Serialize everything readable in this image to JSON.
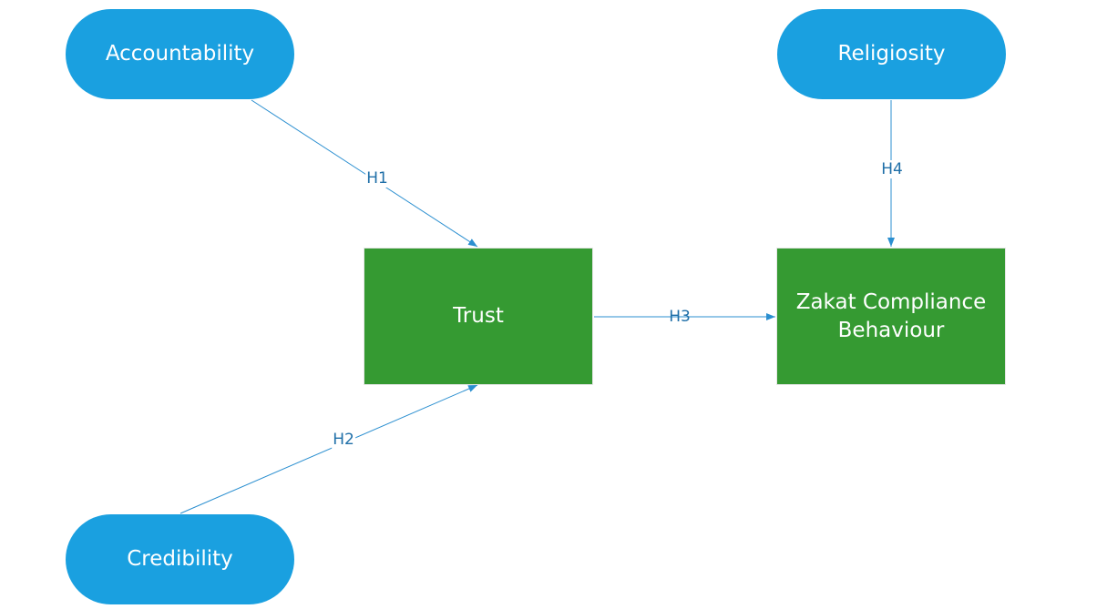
{
  "colors": {
    "pill_fill": "#1aa0e0",
    "rect_fill": "#359a32",
    "edge": "#2b8fd0",
    "edge_label": "#1f6fa8",
    "node_text": "#ffffff"
  },
  "nodes": {
    "accountability": {
      "label": "Accountability",
      "shape": "rounded-pill"
    },
    "religiosity": {
      "label": "Religiosity",
      "shape": "rounded-pill"
    },
    "credibility": {
      "label": "Credibility",
      "shape": "rounded-pill"
    },
    "trust": {
      "label": "Trust",
      "shape": "rectangle"
    },
    "zakat": {
      "label": "Zakat Compliance Behaviour",
      "shape": "rectangle"
    }
  },
  "edges": [
    {
      "id": "h1",
      "from": "accountability",
      "to": "trust",
      "label": "H1"
    },
    {
      "id": "h2",
      "from": "credibility",
      "to": "trust",
      "label": "H2"
    },
    {
      "id": "h3",
      "from": "trust",
      "to": "zakat",
      "label": "H3"
    },
    {
      "id": "h4",
      "from": "religiosity",
      "to": "zakat",
      "label": "H4"
    }
  ]
}
